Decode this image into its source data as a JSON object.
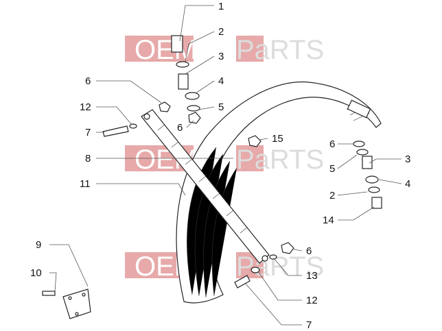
{
  "watermark": {
    "left_text": "OEM",
    "mid_text": "PaRTS",
    "fill_color": "#e7a9a9",
    "text_color": "#dcdcdc"
  },
  "callouts": {
    "c1": "1",
    "c2_top": "2",
    "c3_top": "3",
    "c4_top": "4",
    "c5_top": "5",
    "c6_top": "6",
    "c6_mid": "6",
    "c12_top": "12",
    "c7_top": "7",
    "c8": "8",
    "c15": "15",
    "c11": "11",
    "c6_right": "6",
    "c3_right": "3",
    "c5_right": "5",
    "c4_right": "4",
    "c2_right": "2",
    "c14": "14",
    "c9": "9",
    "c10": "10",
    "c6_bottom": "6",
    "c13": "13",
    "c12_bottom": "12",
    "c7_bottom": "7"
  }
}
